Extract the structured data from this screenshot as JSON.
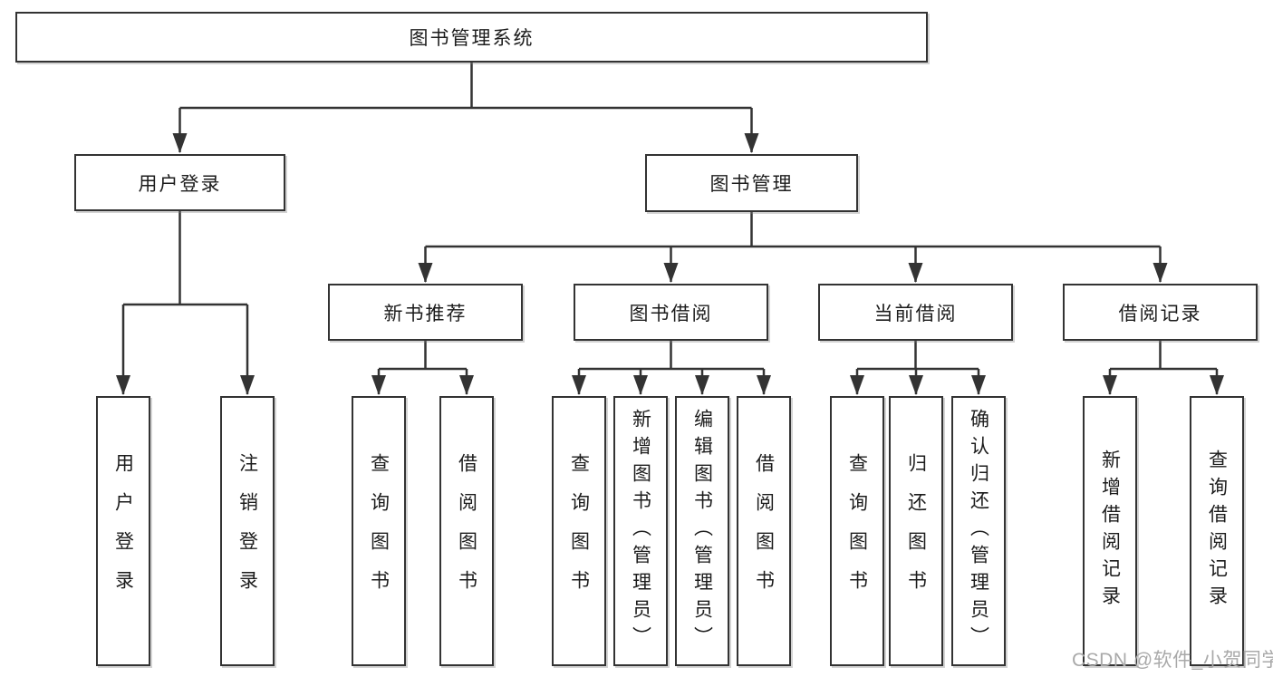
{
  "page": {
    "background": "#ffffff",
    "watermark": "CSDN @软件_小贺同学"
  },
  "colors": {
    "line": "#333333",
    "box_border": "#333333",
    "box_fill": "#ffffff",
    "text": "#1c1c1c",
    "watermark": "#a9a9a9"
  },
  "tree": {
    "root": "图书管理系统",
    "branches": [
      {
        "label": "用户登录",
        "children": [
          "用户登录",
          "注销登录"
        ]
      },
      {
        "label": "图书管理",
        "sections": [
          {
            "label": "新书推荐",
            "children": [
              "查询图书",
              "借阅图书"
            ]
          },
          {
            "label": "图书借阅",
            "children": [
              "查询图书",
              "新增图书（管理员）",
              "编辑图书（管理员）",
              "借阅图书"
            ]
          },
          {
            "label": "当前借阅",
            "children": [
              "查询图书",
              "归还图书",
              "确认归还（管理员）"
            ]
          },
          {
            "label": "借阅记录",
            "children": [
              "新增借阅记录",
              "查询借阅记录"
            ]
          }
        ]
      }
    ]
  }
}
